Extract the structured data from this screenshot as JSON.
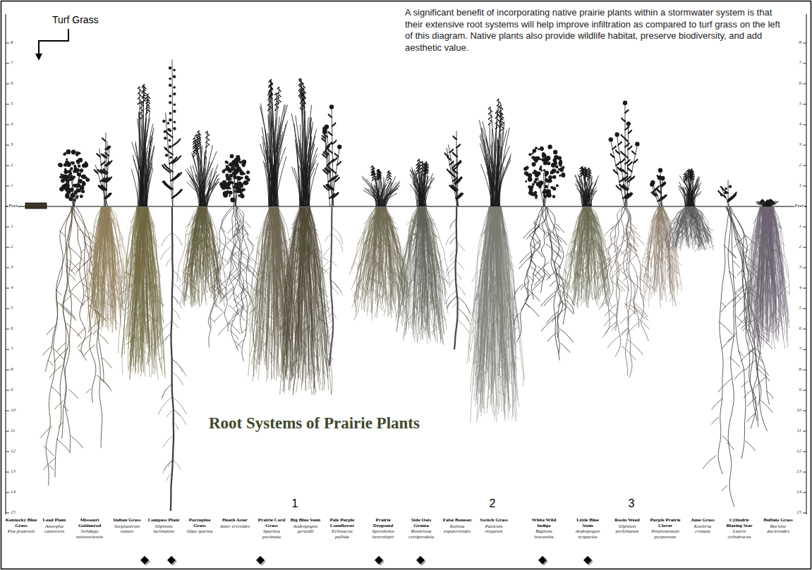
{
  "diagram": {
    "title": "Root Systems of Prairie Plants",
    "labels": [
      "A significant benefit of incorporating native prairie plants within a stormwater system is that their extensive root systems will help improve infiltration as compared to turf grass on the left of this diagram. Native plants also provide wildlife habitat, preserve biodiversity, and add aesthetic value.",
      "Turf Grass",
      "1",
      "2",
      "3",
      "Kentucky Blue Grass",
      "Poa pratensis",
      "Lead Plant",
      "Amorpha canescens",
      "Missouri Goldenrod",
      "Solidago missouriensis",
      "Indian Grass",
      "Sorghastrum nutans",
      "Compass Plant",
      "Silphium laciniatum",
      "Porcupine Grass",
      "Stipa spartea",
      "Heath Aster",
      "Aster ericoides",
      "Prairie Cord Grass",
      "Spartina pectinata",
      "Big Blue Stem",
      "Andropogon gerardii",
      "Pale Purple Coneflower",
      "Echinacea pallida",
      "Prairie Dropseed",
      "Sporobolus heterolepis",
      "Side Oats Grama",
      "Bouteloua curtipendula",
      "False Boneset",
      "Kuhnia eupatorioides",
      "Switch Grass",
      "Panicum virgatum",
      "White Wild Indigo",
      "Baptisia leucantha",
      "Little Blue Stem",
      "Andropogon scoparius",
      "Rosin Weed",
      "Silphium perfoliatum",
      "Purple Prairie Clover",
      "Petalostemum purpureum",
      "June Grass",
      "Koeleria cristata",
      "Cylindric Blazing Star",
      "Liatris cylindracea",
      "Buffalo Grass",
      "Buchloe dactyloides",
      "8",
      "7",
      "6",
      "5",
      "4",
      "3",
      "2",
      "1",
      "Feet",
      "1",
      "2",
      "3",
      "4",
      "5",
      "6",
      "7",
      "8",
      "9",
      "10",
      "11",
      "12",
      "13",
      "14",
      "15",
      "8",
      "7",
      "6",
      "5",
      "4",
      "3",
      "2",
      "1",
      "Feet",
      "1",
      "2",
      "3",
      "4",
      "5",
      "6",
      "7",
      "8",
      "9",
      "10",
      "11",
      "12",
      "13",
      "14",
      "15"
    ]
  }
}
